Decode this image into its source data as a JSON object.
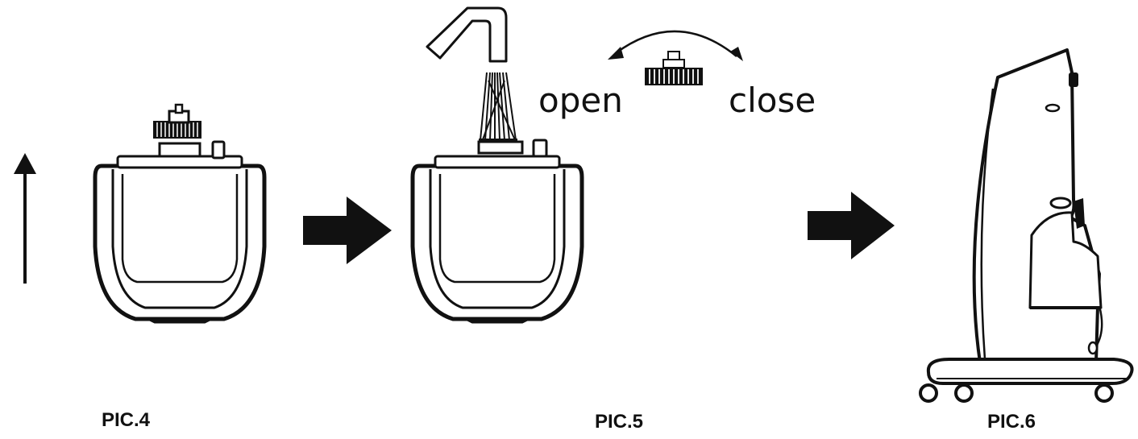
{
  "labels": {
    "pic4": "PIC.4",
    "pic5": "PIC.5",
    "pic6": "PIC.6",
    "open": "open",
    "close": "close"
  },
  "colors": {
    "ink": "#111111",
    "background": "#ffffff"
  }
}
